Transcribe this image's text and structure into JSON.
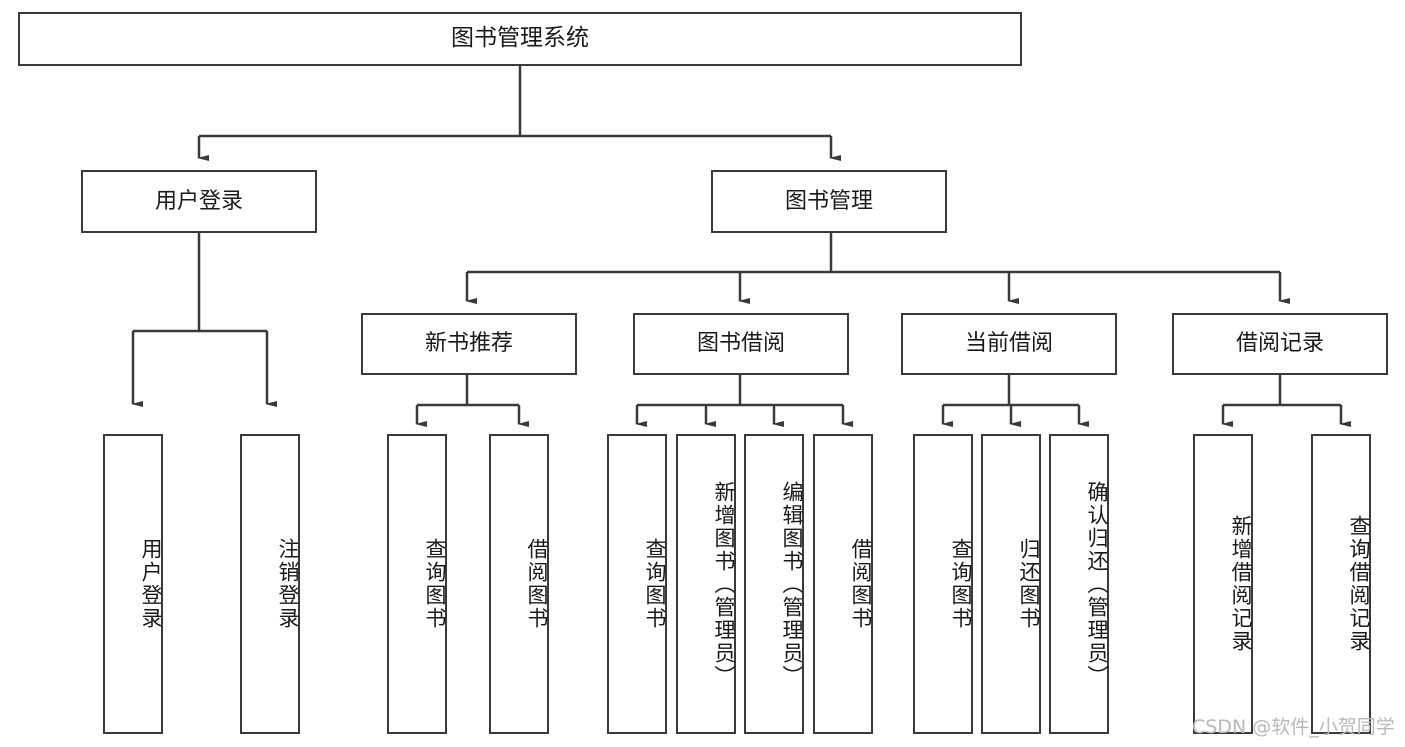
{
  "diagram": {
    "type": "tree-hierarchy",
    "title": "图书管理系统",
    "watermark": "CSDN @软件_小贺同学",
    "colors": {
      "stroke": "#3a3a3a",
      "fill": "#ffffff",
      "text": "#1a1a1a",
      "watermark": "#b9b9b9"
    },
    "nodes": {
      "root": {
        "label": "图书管理系统",
        "level": 1
      },
      "n_user_login": {
        "label": "用户登录",
        "level": 2
      },
      "n_book_manage": {
        "label": "图书管理",
        "level": 2
      },
      "n_new_book_rec": {
        "label": "新书推荐",
        "level": 3
      },
      "n_book_borrow": {
        "label": "图书借阅",
        "level": 3
      },
      "n_current_borrow": {
        "label": "当前借阅",
        "level": 3
      },
      "n_borrow_record": {
        "label": "借阅记录",
        "level": 3
      },
      "l_user_login": {
        "label": "用户登录",
        "level": 4
      },
      "l_user_logout": {
        "label": "注销登录",
        "level": 4
      },
      "l_query_book_1": {
        "label": "查询图书",
        "level": 4
      },
      "l_borrow_book_1": {
        "label": "借阅图书",
        "level": 4
      },
      "l_query_book_2": {
        "label": "查询图书",
        "level": 4
      },
      "l_add_book": {
        "label": "新增图书（管理员）",
        "level": 4
      },
      "l_edit_book": {
        "label": "编辑图书（管理员）",
        "level": 4
      },
      "l_borrow_book_2": {
        "label": "借阅图书",
        "level": 4
      },
      "l_query_book_3": {
        "label": "查询图书",
        "level": 4
      },
      "l_return_book": {
        "label": "归还图书",
        "level": 4
      },
      "l_confirm_return": {
        "label": "确认归还（管理员）",
        "level": 4
      },
      "l_add_record": {
        "label": "新增借阅记录",
        "level": 4
      },
      "l_query_record": {
        "label": "查询借阅记录",
        "level": 4
      }
    },
    "edges": [
      {
        "from": "root",
        "to": "n_user_login"
      },
      {
        "from": "root",
        "to": "n_book_manage"
      },
      {
        "from": "n_user_login",
        "to": "l_user_login"
      },
      {
        "from": "n_user_login",
        "to": "l_user_logout"
      },
      {
        "from": "n_book_manage",
        "to": "n_new_book_rec"
      },
      {
        "from": "n_book_manage",
        "to": "n_book_borrow"
      },
      {
        "from": "n_book_manage",
        "to": "n_current_borrow"
      },
      {
        "from": "n_book_manage",
        "to": "n_borrow_record"
      },
      {
        "from": "n_new_book_rec",
        "to": "l_query_book_1"
      },
      {
        "from": "n_new_book_rec",
        "to": "l_borrow_book_1"
      },
      {
        "from": "n_book_borrow",
        "to": "l_query_book_2"
      },
      {
        "from": "n_book_borrow",
        "to": "l_add_book"
      },
      {
        "from": "n_book_borrow",
        "to": "l_edit_book"
      },
      {
        "from": "n_book_borrow",
        "to": "l_borrow_book_2"
      },
      {
        "from": "n_current_borrow",
        "to": "l_query_book_3"
      },
      {
        "from": "n_current_borrow",
        "to": "l_return_book"
      },
      {
        "from": "n_current_borrow",
        "to": "l_confirm_return"
      },
      {
        "from": "n_borrow_record",
        "to": "l_add_record"
      },
      {
        "from": "n_borrow_record",
        "to": "l_query_record"
      }
    ]
  }
}
